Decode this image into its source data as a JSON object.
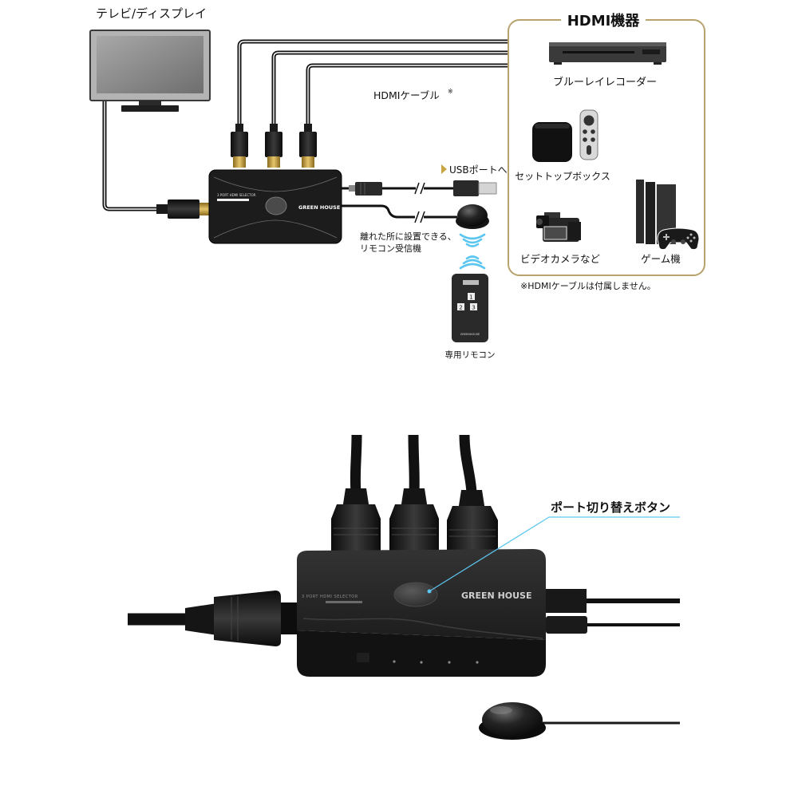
{
  "diagram": {
    "tv_label": "テレビ/ディスプレイ",
    "tv_icon": "monitor-icon",
    "hdmi_cable_label": "HDMIケーブル",
    "hdmi_cable_note_mark": "※",
    "selector": {
      "model": "3 PORT HDMI SELECTOR",
      "brand": "GREEN HOUSE"
    },
    "usb_label": "USBポートへ",
    "receiver_label": [
      "離れた所に設置できる、",
      "リモコン受信機"
    ],
    "remote": {
      "label": "専用リモコン",
      "brand": "GREENHOUSE",
      "buttons": [
        "1",
        "2",
        "3"
      ]
    },
    "hdmi_devices": {
      "title": "HDMI機器",
      "items": [
        {
          "label": "ブルーレイレコーダー",
          "icon": "bluray-recorder-icon"
        },
        {
          "label": "セットトップボックス",
          "icon": "set-top-box-icon"
        },
        {
          "label": "ビデオカメラなど",
          "icon": "video-camera-icon"
        },
        {
          "label": "ゲーム機",
          "icon": "game-console-icon"
        }
      ],
      "note": "※HDMIケーブルは付属しません。"
    }
  },
  "photo": {
    "callout_label": "ポート切り替えボタン",
    "model": "3 PORT HDMI SELECTOR",
    "brand": "GREEN HOUSE"
  },
  "colors": {
    "frame_gold": "#b8a36c",
    "arrow_gold": "#c9a445",
    "signal_blue": "#5bc6f0",
    "device_black": "#1c1c1c"
  }
}
